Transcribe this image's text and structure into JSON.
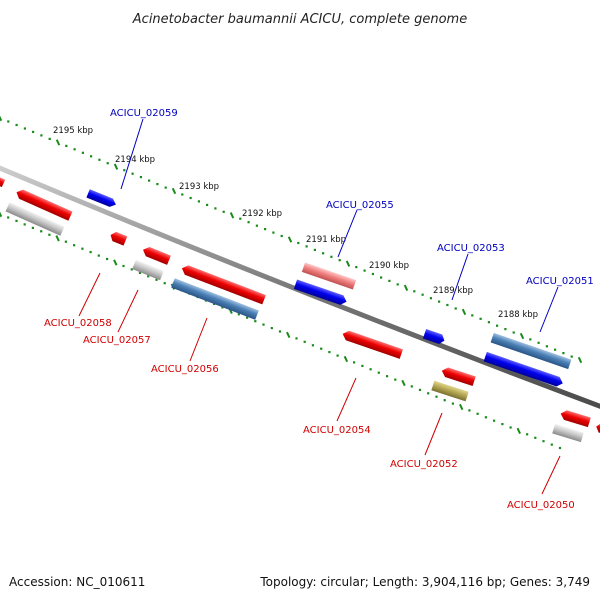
{
  "title": "Acinetobacter baumannii ACICU, complete genome",
  "footer": {
    "accession": "Accession: NC_010611",
    "summary": "Topology: circular; Length: 3,904,116 bp; Genes: 3,749"
  },
  "colors": {
    "forward_strand": "#0000e0",
    "reverse_strand": "#e00000",
    "axis_ticks": "#1a8a1a",
    "backbone": "#777777"
  },
  "ruler_labels": [
    "2195 kbp",
    "2194 kbp",
    "2193 kbp",
    "2192 kbp",
    "2191 kbp",
    "2190 kbp",
    "2189 kbp",
    "2188 kbp"
  ],
  "gene_labels": [
    {
      "id": "ACICU_02059",
      "strand": "forward"
    },
    {
      "id": "ACICU_02055",
      "strand": "forward"
    },
    {
      "id": "ACICU_02053",
      "strand": "forward"
    },
    {
      "id": "ACICU_02051",
      "strand": "forward"
    },
    {
      "id": "ACICU_02058",
      "strand": "reverse"
    },
    {
      "id": "ACICU_02057",
      "strand": "reverse"
    },
    {
      "id": "ACICU_02056",
      "strand": "reverse"
    },
    {
      "id": "ACICU_02054",
      "strand": "reverse"
    },
    {
      "id": "ACICU_02052",
      "strand": "reverse"
    },
    {
      "id": "ACICU_02050",
      "strand": "reverse"
    }
  ]
}
